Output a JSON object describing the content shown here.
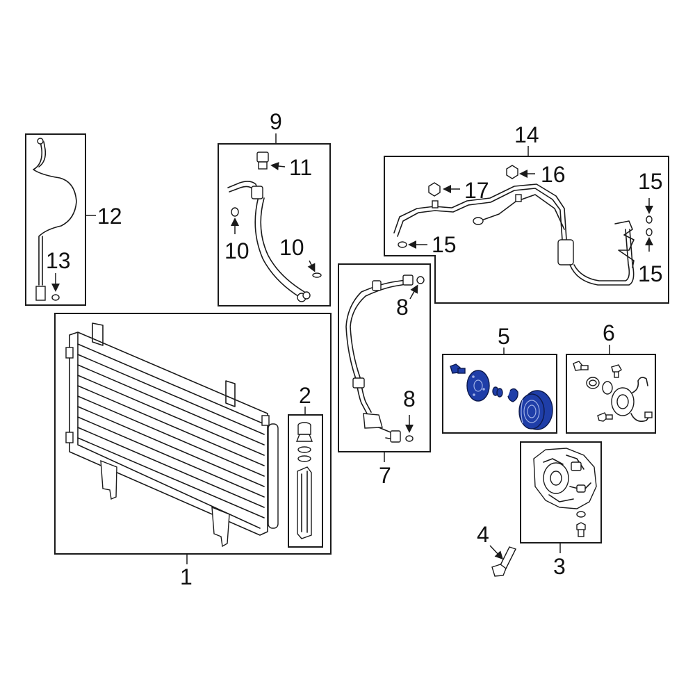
{
  "callouts": {
    "c1": "1",
    "c2": "2",
    "c3": "3",
    "c4": "4",
    "c5": "5",
    "c6": "6",
    "c7": "7",
    "c8a": "8",
    "c8b": "8",
    "c9": "9",
    "c10a": "10",
    "c10b": "10",
    "c11": "11",
    "c12": "12",
    "c13": "13",
    "c14": "14",
    "c15a": "15",
    "c15b": "15",
    "c15c": "15",
    "c16": "16",
    "c17": "17"
  },
  "colors": {
    "line": "#1a1a1a",
    "highlight": "#1f3ea8"
  },
  "highlighted_part": "5"
}
